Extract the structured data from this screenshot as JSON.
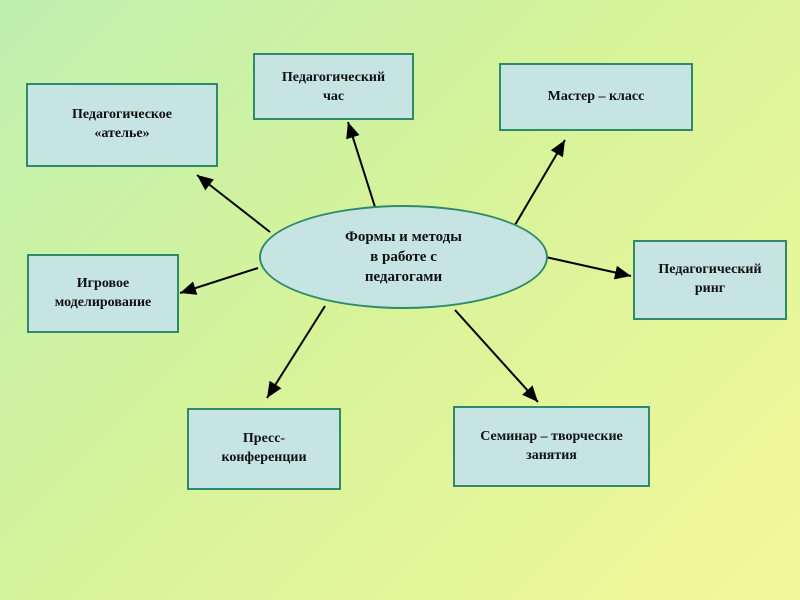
{
  "diagram": {
    "center": "Формы  и методы\nв работе с\nпедагогами",
    "nodes": {
      "atelier": "Педагогическое\n«ателье»",
      "hour": "Педагогический\nчас",
      "master": "Мастер – класс",
      "game": "Игровое\nмоделирование",
      "ring": "Педагогический\nринг",
      "press": "Пресс-\nконференции",
      "seminar": "Семинар – творческие\nзанятия"
    }
  }
}
